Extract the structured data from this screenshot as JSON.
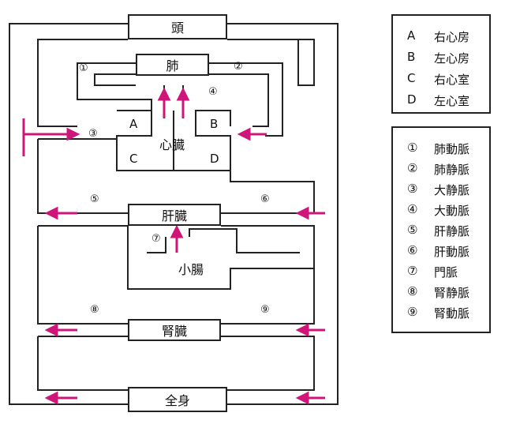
{
  "organs": {
    "head": "頭",
    "lung": "肺",
    "heart": "心臓",
    "liver": "肝臓",
    "small_intestine": "小腸",
    "kidney": "腎臓",
    "whole_body": "全身"
  },
  "chambers": {
    "a": "A",
    "b": "B",
    "c": "C",
    "d": "D"
  },
  "vessel_marks": {
    "v1": "①",
    "v2": "②",
    "v3": "③",
    "v4": "④",
    "v5": "⑤",
    "v6": "⑥",
    "v7": "⑦",
    "v8": "⑧",
    "v9": "⑨"
  },
  "legend_chambers": [
    {
      "key": "A",
      "label": "右心房"
    },
    {
      "key": "B",
      "label": "左心房"
    },
    {
      "key": "C",
      "label": "右心室"
    },
    {
      "key": "D",
      "label": "左心室"
    }
  ],
  "legend_vessels": [
    {
      "key": "①",
      "label": "肺動脈"
    },
    {
      "key": "②",
      "label": "肺静脈"
    },
    {
      "key": "③",
      "label": "大静脈"
    },
    {
      "key": "④",
      "label": "大動脈"
    },
    {
      "key": "⑤",
      "label": "肝静脈"
    },
    {
      "key": "⑥",
      "label": "肝動脈"
    },
    {
      "key": "⑦",
      "label": "門脈"
    },
    {
      "key": "⑧",
      "label": "腎静脈"
    },
    {
      "key": "⑨",
      "label": "腎動脈"
    }
  ],
  "colors": {
    "line": "#222222",
    "arrow": "#d0157a"
  }
}
